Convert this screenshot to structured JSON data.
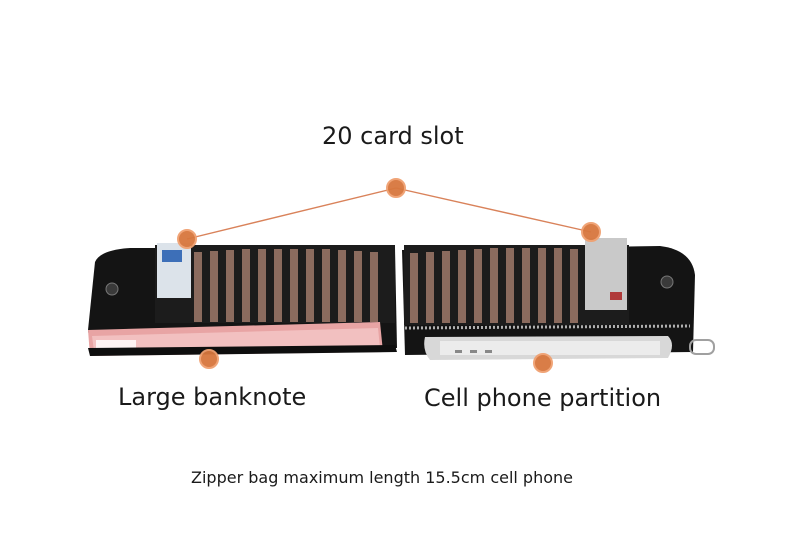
{
  "annotations": {
    "title": "20 card slot",
    "left_caption": "Large banknote",
    "right_caption": "Cell phone partition",
    "footer": "Zipper bag maximum length 15.5cm cell phone"
  },
  "colors": {
    "leather": "#141414",
    "slot_brown": "#8b6b5e",
    "marker": "#d7773e",
    "line": "#d9825a",
    "banknote": "#e8a4a4",
    "phone_silver": "#d8d8d8",
    "zipper": "#b0b0b0"
  }
}
